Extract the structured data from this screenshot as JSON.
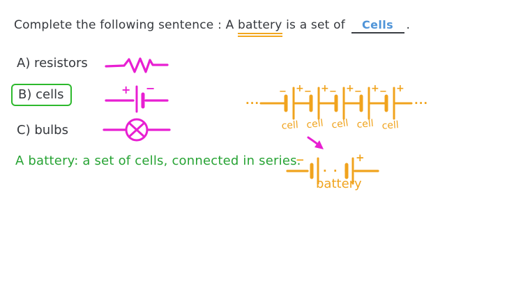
{
  "question": {
    "prefix": "Complete the following sentence :  A",
    "underlined_word": "battery",
    "middle": "is a set of",
    "answer": "Cells",
    "period": "."
  },
  "options": [
    {
      "label": "A) resistors",
      "symbol": "resistor",
      "selected": false
    },
    {
      "label": "B) cells",
      "symbol": "cell",
      "selected": true
    },
    {
      "label": "C) bulbs",
      "symbol": "bulb",
      "selected": false
    }
  ],
  "definition": "A battery: a set of cells, connected in series.",
  "symbols": {
    "plus": "+",
    "minus": "−"
  },
  "diagrams": {
    "cells_chain": {
      "ellipsis_left": "···",
      "ellipsis_right": "···",
      "cell_labels": [
        "cell",
        "cell",
        "cell",
        "cell",
        "cell"
      ]
    },
    "battery": {
      "dots": "· · ·",
      "label": "battery"
    }
  },
  "colors": {
    "ink": "#35383d",
    "magenta": "#e81fd2",
    "orange": "#f0a31d",
    "green": "#2db92d",
    "blue": "#4f94d8"
  }
}
